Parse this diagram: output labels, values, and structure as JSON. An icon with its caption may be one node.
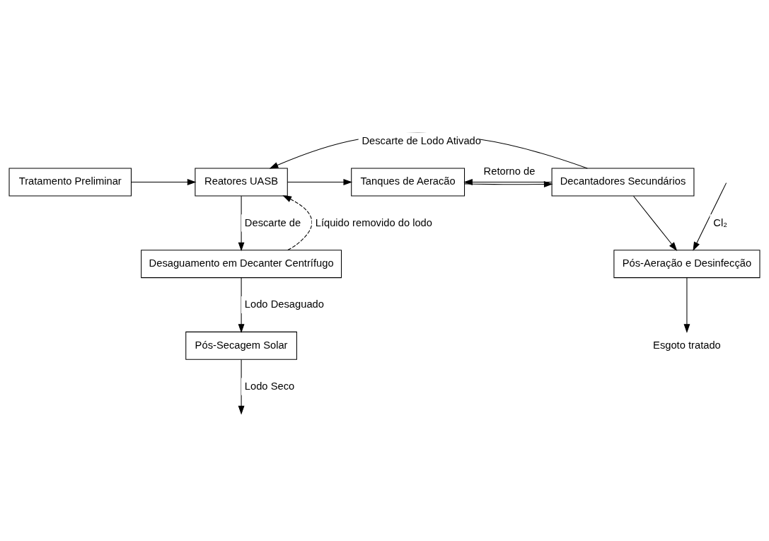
{
  "diagram": {
    "nodes": [
      {
        "text": [
          "Tratamento Preliminar"
        ]
      },
      {
        "text": [
          "Reatores UASB"
        ]
      },
      {
        "text": [
          "Tanques de Aeracão"
        ]
      },
      {
        "text": [
          "Decantadores Secundários"
        ]
      },
      {
        "text": [
          "Desaguamento em Decanter Centrífugo"
        ]
      },
      {
        "text": [
          "Pós-Aeração e Desinfecção"
        ]
      },
      {
        "text": [
          "Pós-Secagem Solar"
        ]
      },
      {
        "text": [
          "Esgoto tratado"
        ]
      }
    ],
    "edges": [
      {
        "from": 0,
        "to": 1,
        "arrow": "to"
      },
      {
        "from": 4,
        "to": 1,
        "arrow": "to",
        "style": "dashed",
        "label": "Líquido removido do lodo"
      },
      {
        "from": 1,
        "to": 2,
        "arrow": "to"
      },
      {
        "from": 2,
        "to": 3,
        "arrow": "to"
      },
      {
        "from": 3,
        "to": 2,
        "arrow": "to",
        "label": "Retorno de"
      },
      {
        "from": 3,
        "to": 1,
        "arrow": "to",
        "label": "Descarte de Lodo Ativado"
      },
      {
        "from": 1,
        "to": 4,
        "arrow": "to",
        "label": "Descarte de"
      },
      {
        "from": 3,
        "to": 5,
        "arrow": "to"
      },
      {
        "from": null,
        "to": 5,
        "arrow": "to",
        "label": "Cl₂"
      },
      {
        "from": 4,
        "to": 6,
        "arrow": "to",
        "label": "Lodo Desaguado"
      },
      {
        "from": 6,
        "to": null,
        "arrow": "to",
        "label": "Lodo Seco"
      },
      {
        "from": 5,
        "to": 7,
        "arrow": "to"
      }
    ]
  }
}
